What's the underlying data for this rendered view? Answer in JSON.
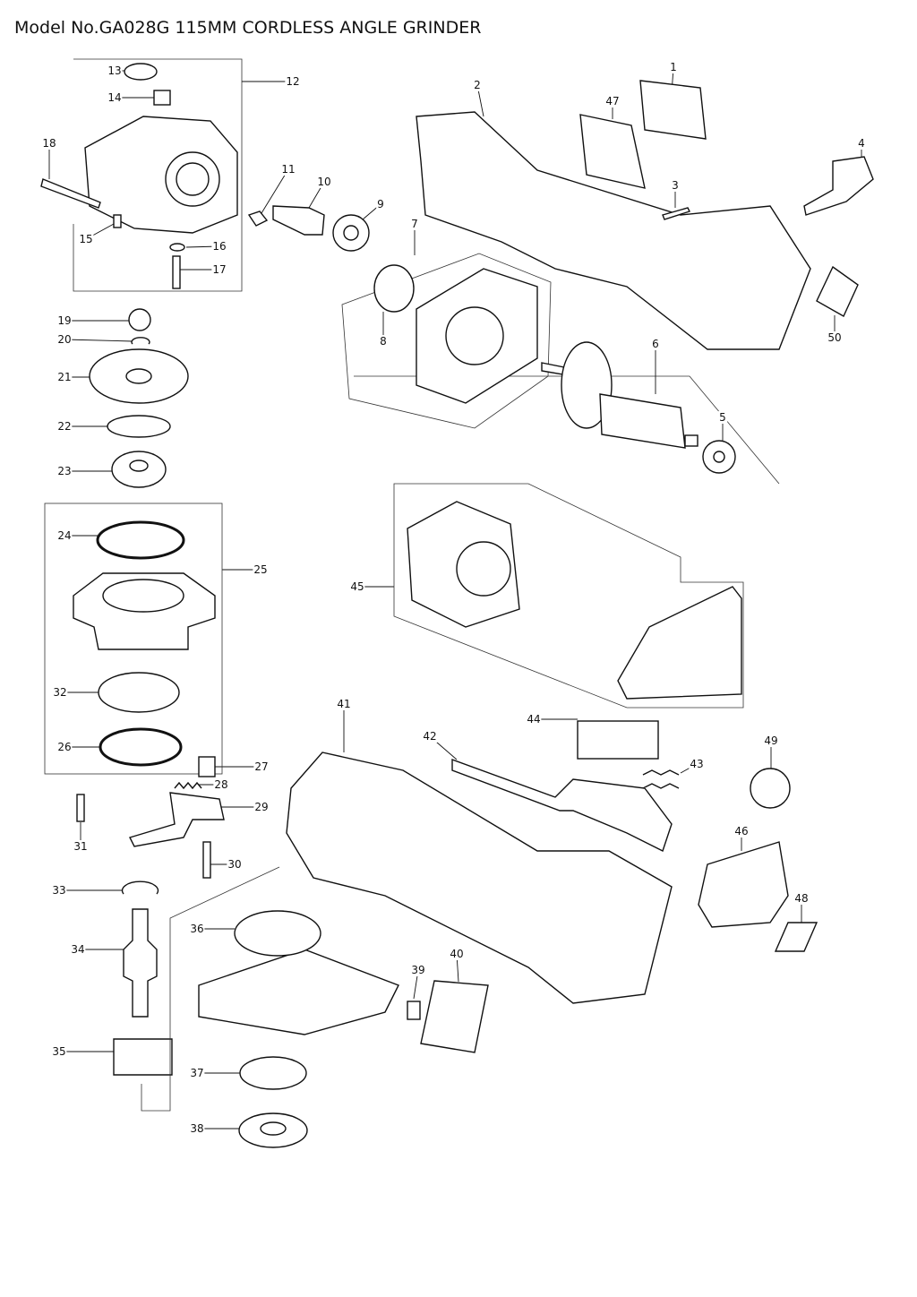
{
  "title": "Model No.GA028G 115MM CORDLESS ANGLE GRINDER",
  "parts": [
    "1",
    "2",
    "3",
    "4",
    "5",
    "6",
    "7",
    "8",
    "9",
    "10",
    "11",
    "12",
    "13",
    "14",
    "15",
    "16",
    "17",
    "18",
    "19",
    "20",
    "21",
    "22",
    "23",
    "24",
    "25",
    "26",
    "27",
    "28",
    "29",
    "30",
    "31",
    "32",
    "33",
    "34",
    "35",
    "36",
    "37",
    "38",
    "39",
    "40",
    "41",
    "42",
    "43",
    "44",
    "45",
    "46",
    "47",
    "48",
    "49",
    "50"
  ]
}
